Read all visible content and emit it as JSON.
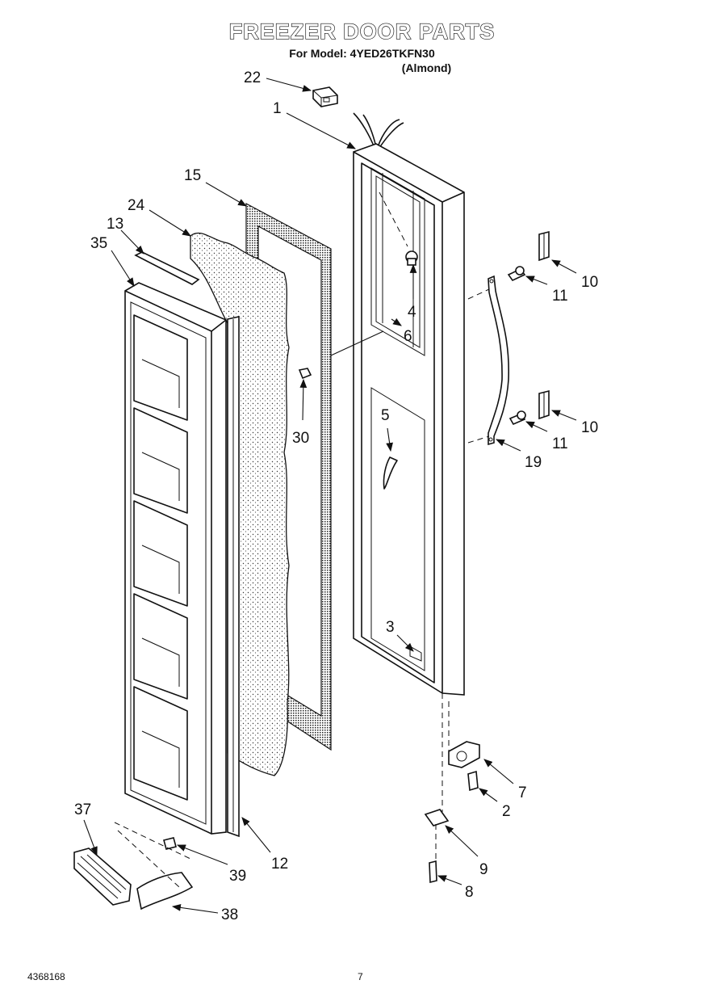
{
  "header": {
    "title": "FREEZER DOOR PARTS",
    "model_line": "For Model: 4YED26TKFN30",
    "color_line": "(Almond)"
  },
  "footer": {
    "document_number": "4368168",
    "page_number": "7"
  },
  "callouts": [
    {
      "id": "c22",
      "label": "22"
    },
    {
      "id": "c1",
      "label": "1"
    },
    {
      "id": "c15",
      "label": "15"
    },
    {
      "id": "c24",
      "label": "24"
    },
    {
      "id": "c13",
      "label": "13"
    },
    {
      "id": "c35",
      "label": "35"
    },
    {
      "id": "c4",
      "label": "4"
    },
    {
      "id": "c6",
      "label": "6"
    },
    {
      "id": "c10a",
      "label": "10"
    },
    {
      "id": "c11a",
      "label": "11"
    },
    {
      "id": "c10b",
      "label": "10"
    },
    {
      "id": "c11b",
      "label": "11"
    },
    {
      "id": "c19",
      "label": "19"
    },
    {
      "id": "c30",
      "label": "30"
    },
    {
      "id": "c5",
      "label": "5"
    },
    {
      "id": "c3",
      "label": "3"
    },
    {
      "id": "c7",
      "label": "7"
    },
    {
      "id": "c2",
      "label": "2"
    },
    {
      "id": "c9",
      "label": "9"
    },
    {
      "id": "c8",
      "label": "8"
    },
    {
      "id": "c37",
      "label": "37"
    },
    {
      "id": "c39",
      "label": "39"
    },
    {
      "id": "c12",
      "label": "12"
    },
    {
      "id": "c38",
      "label": "38"
    }
  ]
}
